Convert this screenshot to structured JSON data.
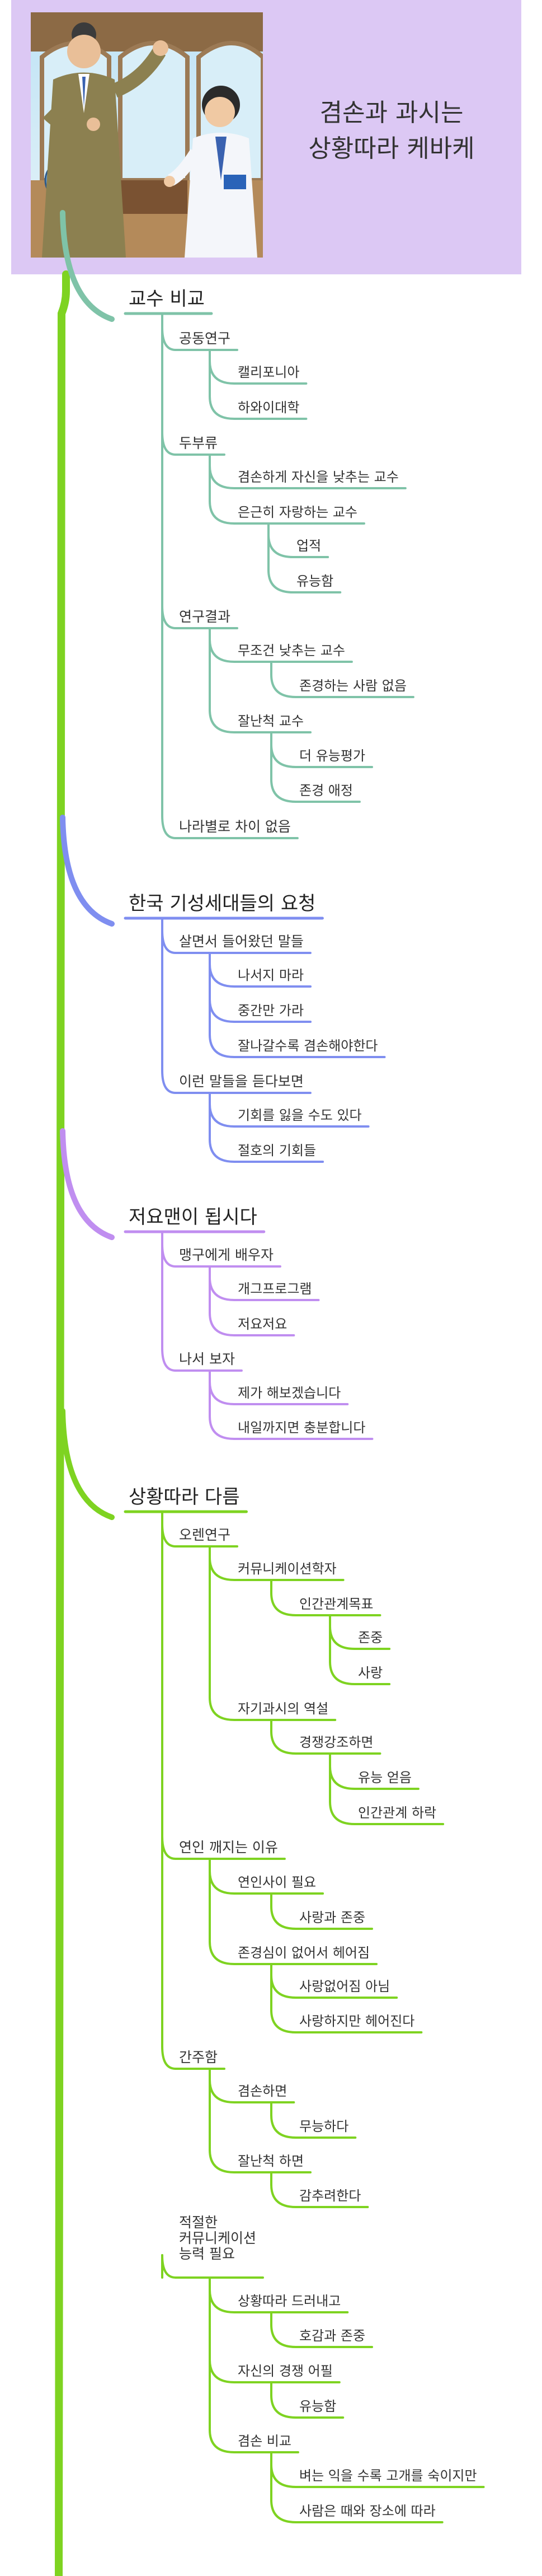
{
  "title": {
    "line1": "겸손과 과시는",
    "line2": "상황따라 케바케"
  },
  "colors": {
    "trunk": "#7ed321",
    "branch1": "#7fc3a8",
    "branch2": "#7f8ef0",
    "branch3": "#c08ef0",
    "branch4": "#7ed321"
  },
  "nodes": {
    "b1": "교수 비교",
    "b1_1": "공동연구",
    "b1_1_1": "캘리포니아",
    "b1_1_2": "하와이대학",
    "b1_2": "두부류",
    "b1_2_1": "겸손하게 자신을 낮추는 교수",
    "b1_2_2": "은근히 자랑하는 교수",
    "b1_2_2_1": "업적",
    "b1_2_2_2": "유능함",
    "b1_3": "연구결과",
    "b1_3_1": "무조건 낮추는 교수",
    "b1_3_1_1": "존경하는 사람 없음",
    "b1_3_2": "잘난척 교수",
    "b1_3_2_1": "더 유능평가",
    "b1_3_2_2": "존경 애정",
    "b1_4": "나라별로 차이 없음",
    "b2": "한국 기성세대들의 요청",
    "b2_1": "살면서 들어왔던 말들",
    "b2_1_1": "나서지 마라",
    "b2_1_2": "중간만 가라",
    "b2_1_3": "잘나갈수록 겸손해야한다",
    "b2_2": "이런 말들을 듣다보면",
    "b2_2_1": "기회를 잃을 수도 있다",
    "b2_2_2": "절호의 기회들",
    "b3": "저요맨이 됩시다",
    "b3_1": "맹구에게 배우자",
    "b3_1_1": "개그프로그램",
    "b3_1_2": "저요저요",
    "b3_2": "나서 보자",
    "b3_2_1": "제가 해보겠습니다",
    "b3_2_2": "내일까지면 충분합니다",
    "b4": "상황따라 다름",
    "b4_1": "오렌연구",
    "b4_1_1": "커뮤니케이션학자",
    "b4_1_1_1": "인간관계목표",
    "b4_1_1_1_1": "존중",
    "b4_1_1_1_2": "사랑",
    "b4_1_2": "자기과시의 역설",
    "b4_1_2_1": "경쟁강조하면",
    "b4_1_2_1_1": "유능 얻음",
    "b4_1_2_1_2": "인간관계 하락",
    "b4_2": "연인 깨지는 이유",
    "b4_2_1": "연인사이 필요",
    "b4_2_1_1": "사랑과 존중",
    "b4_2_2": "존경심이 없어서 헤어짐",
    "b4_2_2_1": "사랑없어짐 아님",
    "b4_2_2_2": "사랑하지만 헤어진다",
    "b4_3": "간주함",
    "b4_3_1": "겸손하면",
    "b4_3_1_1": "무능하다",
    "b4_3_2": "잘난척 하면",
    "b4_3_2_1": "감추려한다",
    "b4_4_l1": "적절한",
    "b4_4_l2": "커뮤니케이션",
    "b4_4_l3": "능력 필요",
    "b4_4_1": "상황따라 드러내고",
    "b4_4_1_1": "호감과 존중",
    "b4_4_2": "자신의 경쟁 어필",
    "b4_4_2_1": "유능함",
    "b4_4_3": "겸손 비교",
    "b4_4_3_1": "벼는 익을 수록 고개를 숙이지만",
    "b4_4_3_2": "사람은 때와 장소에 따라"
  }
}
